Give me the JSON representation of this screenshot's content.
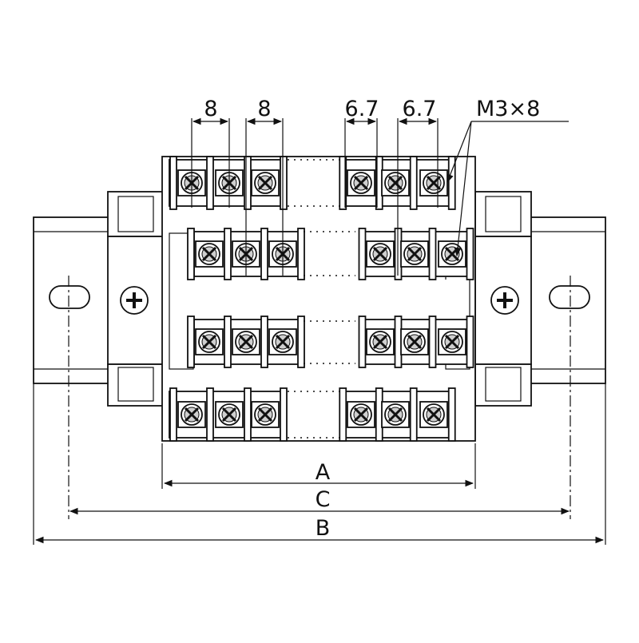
{
  "labels": {
    "pitch_left_1": "8",
    "pitch_left_2": "8",
    "pitch_right_1": "6.7",
    "pitch_right_2": "6.7",
    "screw_spec": "M3×8",
    "dim_a": "A",
    "dim_c": "C",
    "dim_b": "B"
  },
  "icons": {
    "mount_screw": "phillips-screw-icon",
    "terminal_screw": "terminal-screw-icon"
  }
}
